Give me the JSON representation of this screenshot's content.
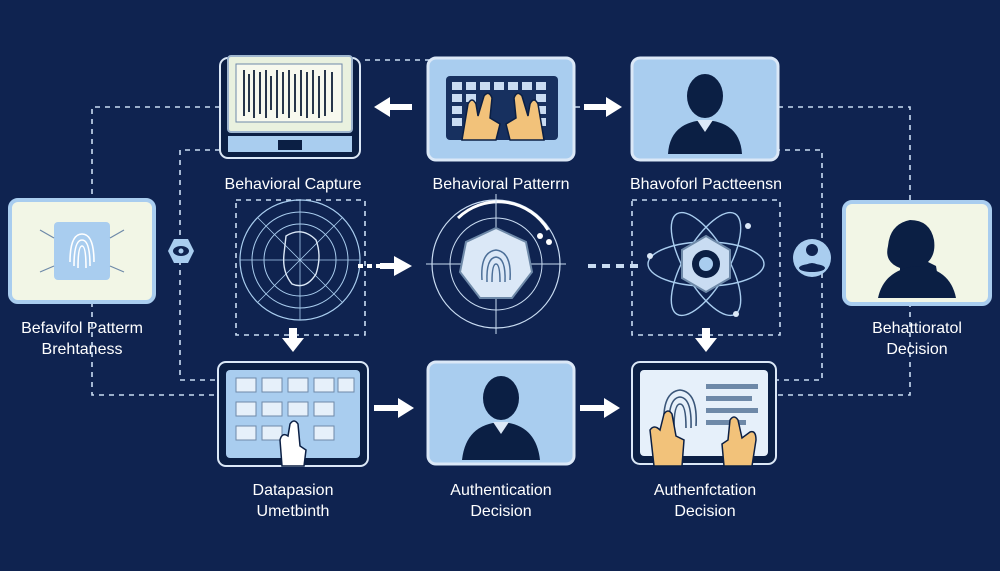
{
  "labels": {
    "capture": "Behavioral Capture",
    "pattern_top": "Behavioral Patterrn",
    "pattern_right": "Bhavoforl Pactteensn",
    "left_card": [
      "Befavifol Patterm",
      "Brehtaness"
    ],
    "right_card": [
      "Behattioratol",
      "Decision"
    ],
    "bottom_left": [
      "Datapasion",
      "Umetbinth"
    ],
    "bottom_mid": [
      "Authentication",
      "Decision"
    ],
    "bottom_right": [
      "Authenfctation",
      "Decision"
    ]
  },
  "colors": {
    "background": "#0f2350",
    "panel_fill": "#a9cdef",
    "panel_border": "#dbe8f7",
    "line": "#c9dcf2",
    "silhouette": "#0b1f44",
    "hand": "#f2c27a",
    "arrow": "#ffffff"
  },
  "icons": [
    "monitor-barcode-icon",
    "keyboard-hands-icon",
    "person-silhouette-icon",
    "fingerprint-card-icon",
    "face-scan-icon",
    "fingerprint-target-icon",
    "atom-network-icon",
    "person-profile-icon",
    "tablet-touch-icon",
    "fingerprint-tablet-icon",
    "eye-node-icon",
    "user-stack-node-icon"
  ]
}
